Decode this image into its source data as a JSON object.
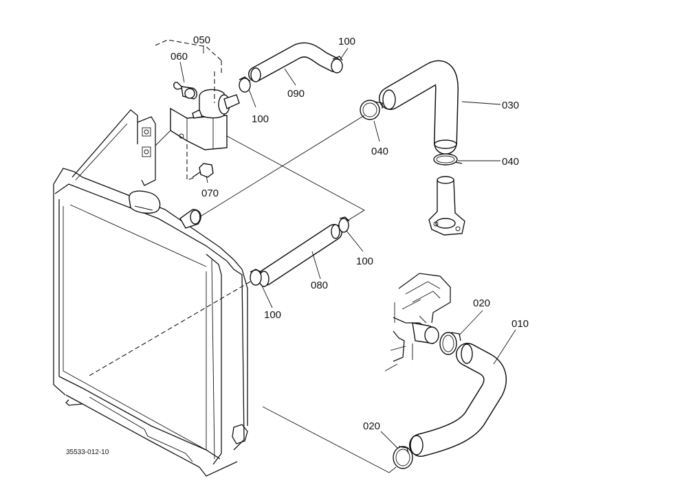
{
  "diagram": {
    "drawing_code": "35533-012-10",
    "labels": {
      "p010": "010",
      "p020a": "020",
      "p020b": "020",
      "p030": "030",
      "p040a": "040",
      "p040b": "040",
      "p050": "050",
      "p060": "060",
      "p070": "070",
      "p080": "080",
      "p090": "090",
      "p100a": "100",
      "p100b": "100",
      "p100c": "100",
      "p100d": "100"
    }
  }
}
